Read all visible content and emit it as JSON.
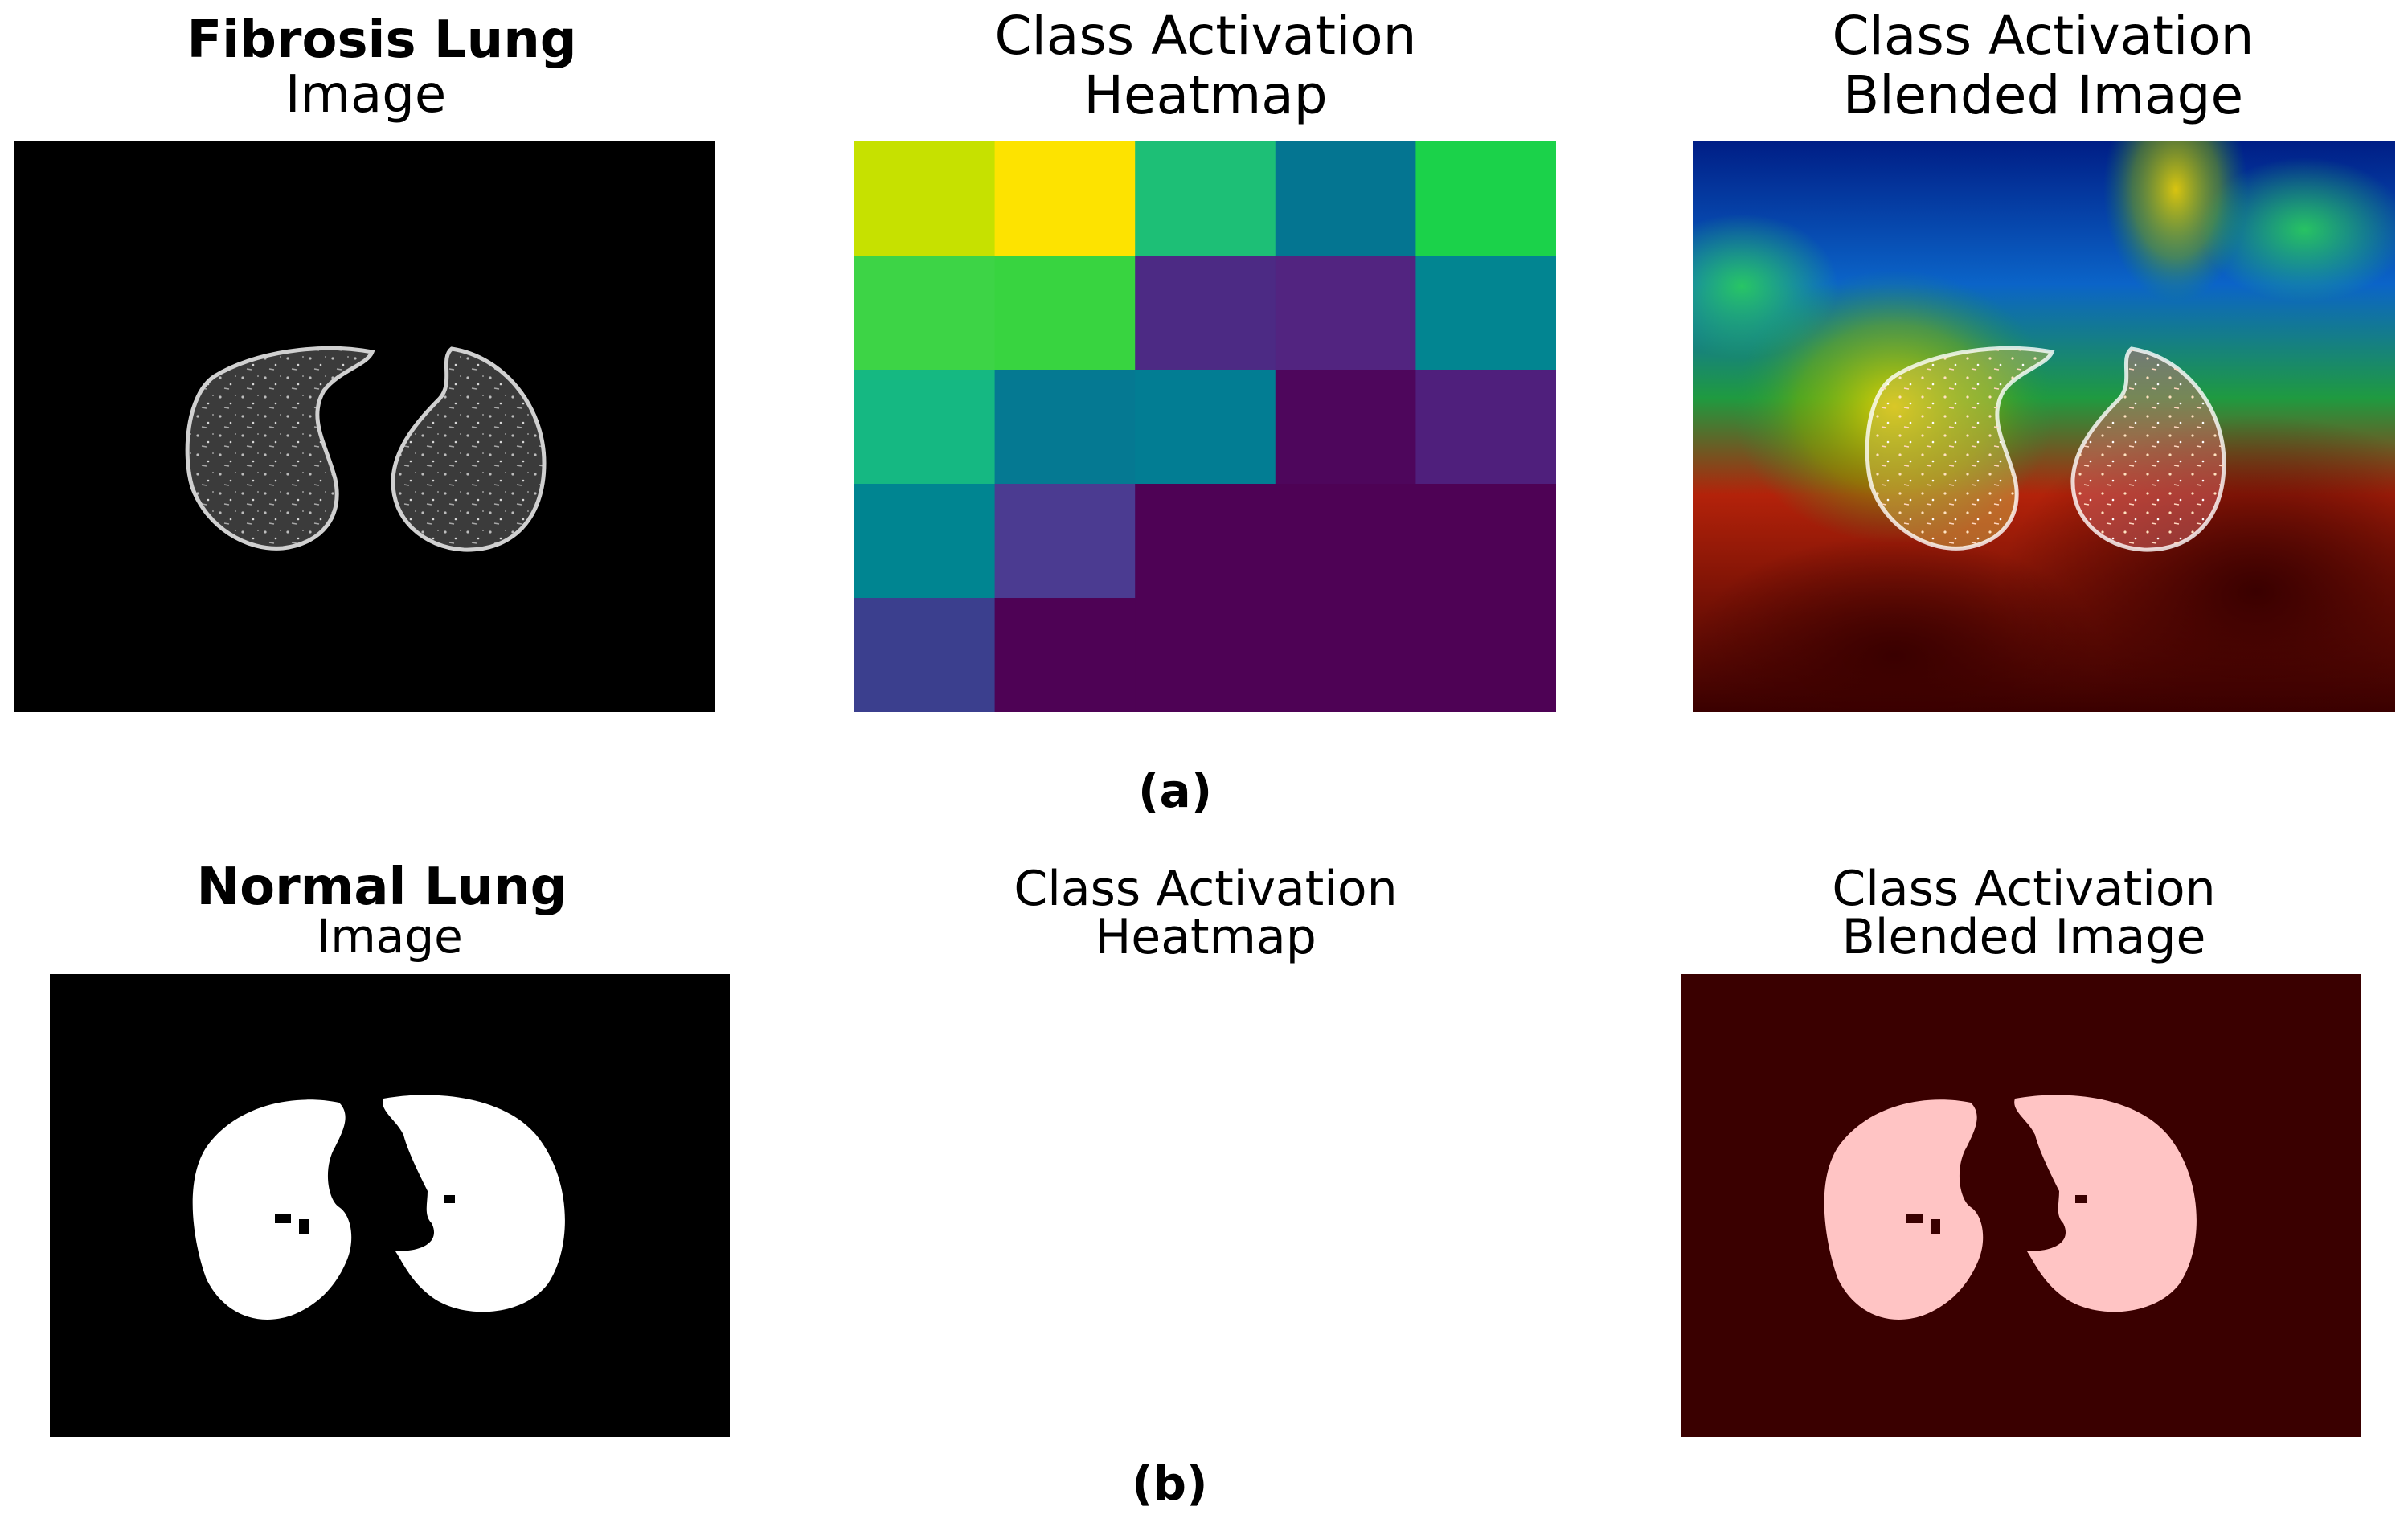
{
  "row_a": {
    "col1": {
      "title_bold": "Fibrosis Lung",
      "title_rest": "Image"
    },
    "col2": {
      "title_line1": "Class Activation",
      "title_line2": "Heatmap"
    },
    "col3": {
      "title_line1": "Class Activation",
      "title_line2": "Blended Image"
    },
    "caption": "(a)",
    "heatmap_grid": [
      [
        "#c6e100",
        "#fde300",
        "#1dbf76",
        "#047591",
        "#1bd24a"
      ],
      [
        "#3dd446",
        "#38d440",
        "#4c2a84",
        "#522480",
        "#028591"
      ],
      [
        "#15b882",
        "#057992",
        "#027d93",
        "#4e065c",
        "#4f1f7c"
      ],
      [
        "#008591",
        "#4b3b91",
        "#4e0255",
        "#4e0255",
        "#4e0255"
      ],
      [
        "#3b3f8e",
        "#4e0255",
        "#4e0255",
        "#4e0255",
        "#4e0255"
      ]
    ]
  },
  "row_b": {
    "col1": {
      "title_bold": "Normal Lung",
      "title_rest": "Image"
    },
    "col2": {
      "title_line1": "Class Activation",
      "title_line2": "Heatmap"
    },
    "col3": {
      "title_line1": "Class Activation",
      "title_line2": "Blended Image"
    },
    "caption": "(b)"
  },
  "colors": {
    "background": "#ffffff",
    "ct_background": "#000000",
    "blend_b_background": "#3a0000",
    "blend_b_lung": "#ffc4c4"
  }
}
